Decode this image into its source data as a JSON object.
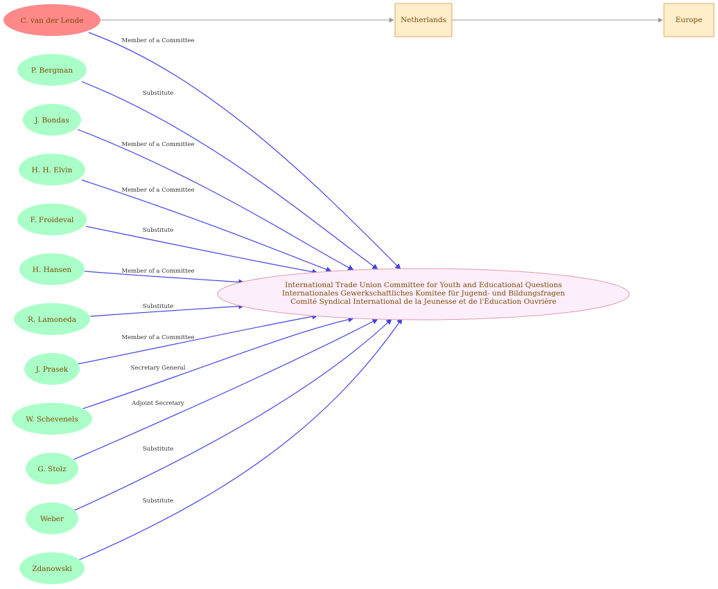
{
  "colors": {
    "person_fill": "#aaffc8",
    "highlight_fill": "#ff8888",
    "org_fill": "#fdeefc",
    "org_stroke": "#e09aa8",
    "box_fill": "#ffeecc",
    "box_stroke": "#d9a860",
    "edge_blue": "#4040e8",
    "edge_gray": "#999999"
  },
  "organization": {
    "lines": [
      "International Trade Union Committee for Youth and Educational Questions",
      "Internationales Gewerkschaftliches Komitee für Jugend- und Bildungsfragen",
      "Comité Syndical International de la Jeunesse et de l'Éducation Ouvrière"
    ]
  },
  "boxes": {
    "country": "Netherlands",
    "region": "Europe"
  },
  "people": [
    {
      "id": "vanderlende",
      "name": "C. van der Lende",
      "role": "Member of a Committee",
      "highlight": true
    },
    {
      "id": "bergman",
      "name": "P. Bergman",
      "role": "Substitute"
    },
    {
      "id": "bondas",
      "name": "J. Bondas",
      "role": "Member of a Committee"
    },
    {
      "id": "elvin",
      "name": "H. H. Elvin",
      "role": "Member of a Committee"
    },
    {
      "id": "froideval",
      "name": "F. Froideval",
      "role": "Substitute"
    },
    {
      "id": "hansen",
      "name": "H. Hansen",
      "role": "Member of a Committee"
    },
    {
      "id": "lamoneda",
      "name": "R. Lamoneda",
      "role": "Substitute"
    },
    {
      "id": "prasek",
      "name": "J. Prasek",
      "role": "Member of a Committee"
    },
    {
      "id": "schevenels",
      "name": "W. Schevenels",
      "role": "Secretary General"
    },
    {
      "id": "stolz",
      "name": "G. Stolz",
      "role": "Adjoint Secretary"
    },
    {
      "id": "weber",
      "name": "Weber",
      "role": "Substitute"
    },
    {
      "id": "zdanowski",
      "name": "Zdanowski",
      "role": "Substitute"
    }
  ]
}
